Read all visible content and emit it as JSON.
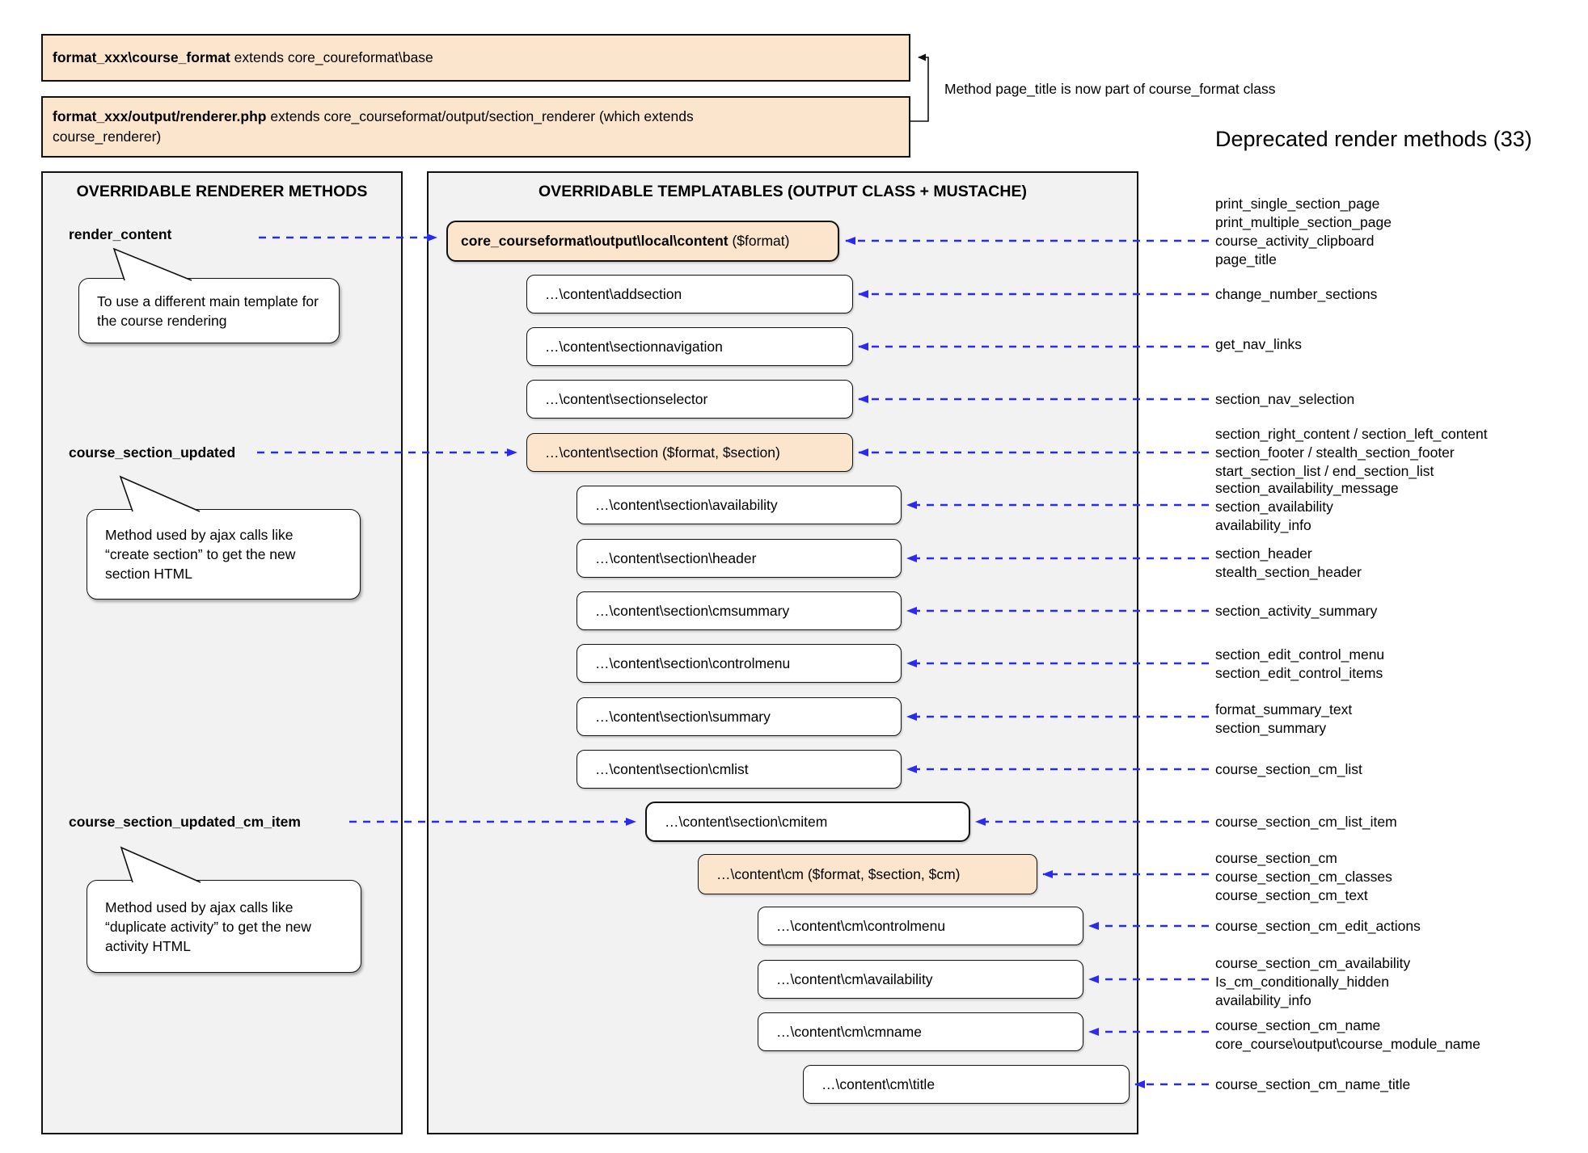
{
  "top": {
    "class_box": {
      "bold": "format_xxx\\course_format",
      "rest": " extends core_coureformat\\base"
    },
    "renderer_box": {
      "bold": "format_xxx/output/renderer.php",
      "rest_line1": " extends core_courseformat/output/section_renderer (which extends",
      "rest_line2": "course_renderer)"
    },
    "note": "Method page_title is now part of course_format class",
    "deprecated_heading": "Deprecated render methods (33)"
  },
  "renderer_panel": {
    "title": "OVERRIDABLE RENDERER METHODS",
    "methods": [
      {
        "name": "render_content",
        "callout_lines": [
          "To use a different main template for",
          "the course rendering"
        ]
      },
      {
        "name": "course_section_updated",
        "callout_lines": [
          "Method used by ajax calls like",
          "“create section” to get the new",
          "section HTML"
        ]
      },
      {
        "name": "course_section_updated_cm_item",
        "callout_lines": [
          "Method used by ajax calls like",
          "“duplicate activity” to get the new",
          "activity HTML"
        ]
      }
    ]
  },
  "templatables_panel": {
    "title": "OVERRIDABLE TEMPLATABLES (OUTPUT CLASS + MUSTACHE)",
    "boxes": [
      {
        "bold": "core_courseformat\\output\\local\\content",
        "rest": " ($format)"
      },
      {
        "label": "…\\content\\addsection"
      },
      {
        "label": "…\\content\\sectionnavigation"
      },
      {
        "label": "…\\content\\sectionselector"
      },
      {
        "label": "…\\content\\section ($format, $section)"
      },
      {
        "label": "…\\content\\section\\availability"
      },
      {
        "label": "…\\content\\section\\header"
      },
      {
        "label": "…\\content\\section\\cmsummary"
      },
      {
        "label": "…\\content\\section\\controlmenu"
      },
      {
        "label": "…\\content\\section\\summary"
      },
      {
        "label": "…\\content\\section\\cmlist"
      },
      {
        "label": "…\\content\\section\\cmitem"
      },
      {
        "label": "…\\content\\cm ($format, $section, $cm)"
      },
      {
        "label": "…\\content\\cm\\controlmenu"
      },
      {
        "label": "…\\content\\cm\\availability"
      },
      {
        "label": "…\\content\\cm\\cmname"
      },
      {
        "label": "…\\content\\cm\\title"
      }
    ]
  },
  "deprecated_groups": [
    {
      "lines": [
        "print_single_section_page",
        "print_multiple_section_page",
        "course_activity_clipboard",
        "page_title"
      ]
    },
    {
      "lines": [
        "change_number_sections"
      ]
    },
    {
      "lines": [
        "get_nav_links"
      ]
    },
    {
      "lines": [
        "section_nav_selection"
      ]
    },
    {
      "lines": [
        "section_right_content / section_left_content",
        "section_footer / stealth_section_footer",
        "start_section_list / end_section_list"
      ]
    },
    {
      "lines": [
        "section_availability_message",
        "section_availability",
        "availability_info"
      ]
    },
    {
      "lines": [
        "section_header",
        "stealth_section_header"
      ]
    },
    {
      "lines": [
        "section_activity_summary"
      ]
    },
    {
      "lines": [
        "section_edit_control_menu",
        "section_edit_control_items"
      ]
    },
    {
      "lines": [
        "format_summary_text",
        "section_summary"
      ]
    },
    {
      "lines": [
        "course_section_cm_list"
      ]
    },
    {
      "lines": [
        "course_section_cm_list_item"
      ]
    },
    {
      "lines": [
        "course_section_cm",
        "course_section_cm_classes",
        "course_section_cm_text"
      ]
    },
    {
      "lines": [
        "course_section_cm_edit_actions"
      ]
    },
    {
      "lines": [
        "course_section_cm_availability",
        "Is_cm_conditionally_hidden",
        "availability_info"
      ]
    },
    {
      "lines": [
        "course_section_cm_name",
        "core_course\\output\\course_module_name"
      ]
    },
    {
      "lines": [
        "course_section_cm_name_title"
      ]
    }
  ],
  "colors": {
    "highlight_peach": "#fce5cd",
    "panel_gray": "#f2f2f2",
    "arrow_blue": "#2b2bef",
    "border_black": "#111111"
  }
}
